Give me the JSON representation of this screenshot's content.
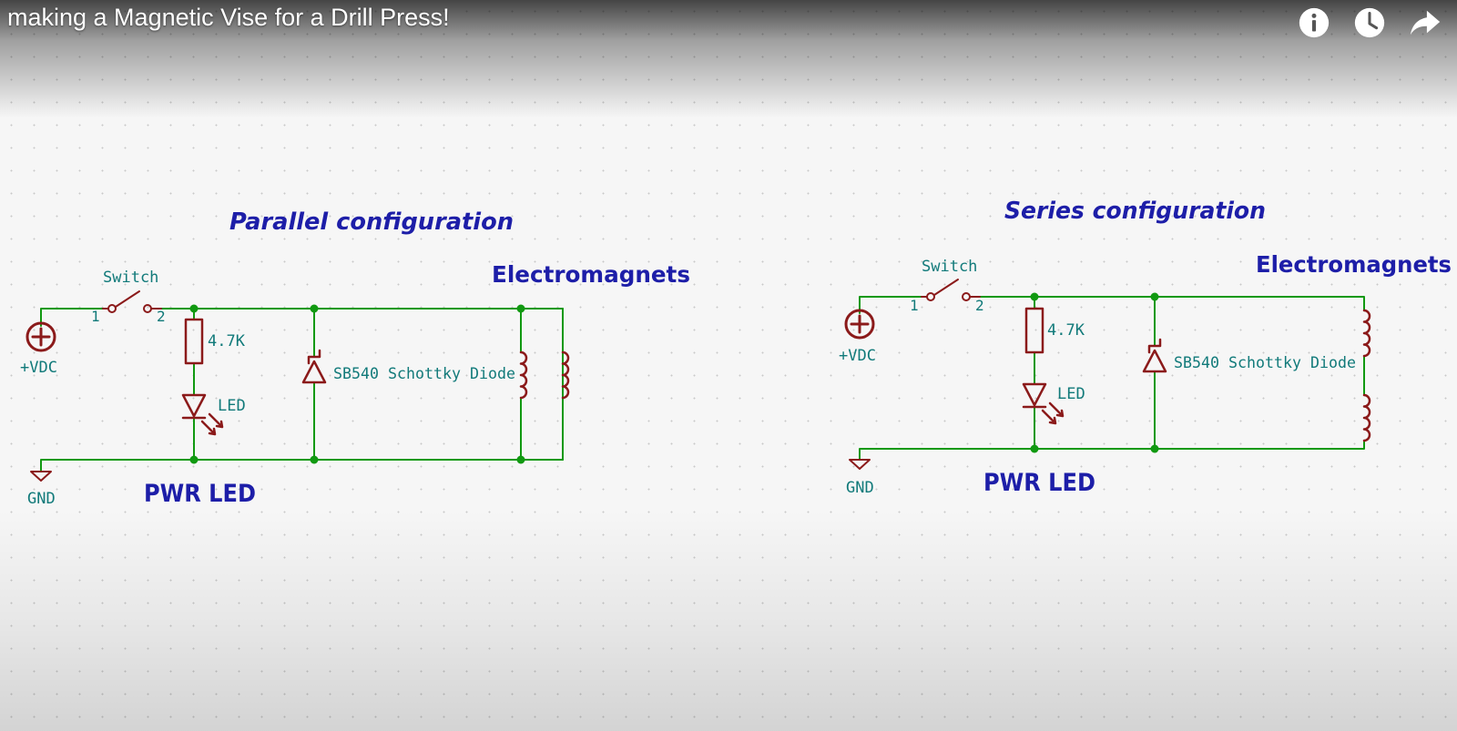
{
  "video": {
    "title": "making a Magnetic Vise for a Drill Press!",
    "controls": [
      {
        "name": "info-button",
        "icon": "info-icon"
      },
      {
        "name": "watch-later-button",
        "icon": "clock-icon"
      },
      {
        "name": "share-button",
        "icon": "share-arrow-icon"
      }
    ]
  },
  "colors": {
    "wire": "#119911",
    "component": "#8b1a1a",
    "heading": "#1d1ea8",
    "label": "#117a7a",
    "junction": "#119911"
  },
  "parallel": {
    "heading": "Parallel configuration",
    "magnets_label": "Electromagnets",
    "switch_label": "Switch",
    "pin1": "1",
    "pin2": "2",
    "vdc_label": "+VDC",
    "gnd_label": "GND",
    "resistor_value": "4.7K",
    "led_label": "LED",
    "diode_label": "SB540 Schottky Diode",
    "pwr_led_label": "PWR LED"
  },
  "series": {
    "heading": "Series configuration",
    "magnets_label": "Electromagnets",
    "switch_label": "Switch",
    "pin1": "1",
    "pin2": "2",
    "vdc_label": "+VDC",
    "gnd_label": "GND",
    "resistor_value": "4.7K",
    "led_label": "LED",
    "diode_label": "SB540 Schottky Diode",
    "pwr_led_label": "PWR LED"
  }
}
